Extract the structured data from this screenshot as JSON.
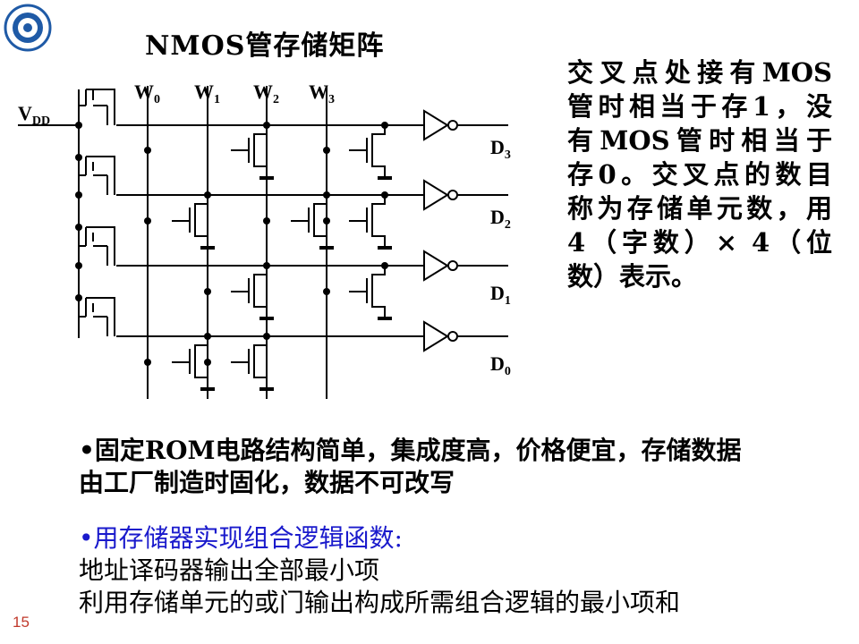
{
  "title": "NMOS管存储矩阵",
  "diagram": {
    "vdd_label": "V",
    "vdd_sub": "DD",
    "word_lines": [
      {
        "main": "W",
        "sub": "0"
      },
      {
        "main": "W",
        "sub": "1"
      },
      {
        "main": "W",
        "sub": "2"
      },
      {
        "main": "W",
        "sub": "3"
      }
    ],
    "data_outputs": [
      {
        "main": "D",
        "sub": "3"
      },
      {
        "main": "D",
        "sub": "2"
      },
      {
        "main": "D",
        "sub": "1"
      },
      {
        "main": "D",
        "sub": "0"
      }
    ]
  },
  "description_lines": [
    "交叉点处接有MOS",
    "管时相当于存1，没",
    "有MOS管时相当于",
    "存0。交叉点的数目",
    "称为存储单元数，用",
    "4（字数）× 4（位",
    "数）表示。"
  ],
  "bullets": {
    "b1_line1": "•固定ROM电路结构简单，集成度高，价格便宜，存储数据",
    "b1_line2": "由工厂制造时固化，数据不可改写",
    "b2": "•用存储器实现组合逻辑函数:",
    "b3": "地址译码器输出全部最小项",
    "b4": "利用存储单元的或门输出构成所需组合逻辑的最小项和"
  },
  "page_number": "15",
  "colors": {
    "accent_blue": "#1a1acc",
    "page_number": "#c0392b",
    "logo_blue": "#1f5aa6"
  }
}
